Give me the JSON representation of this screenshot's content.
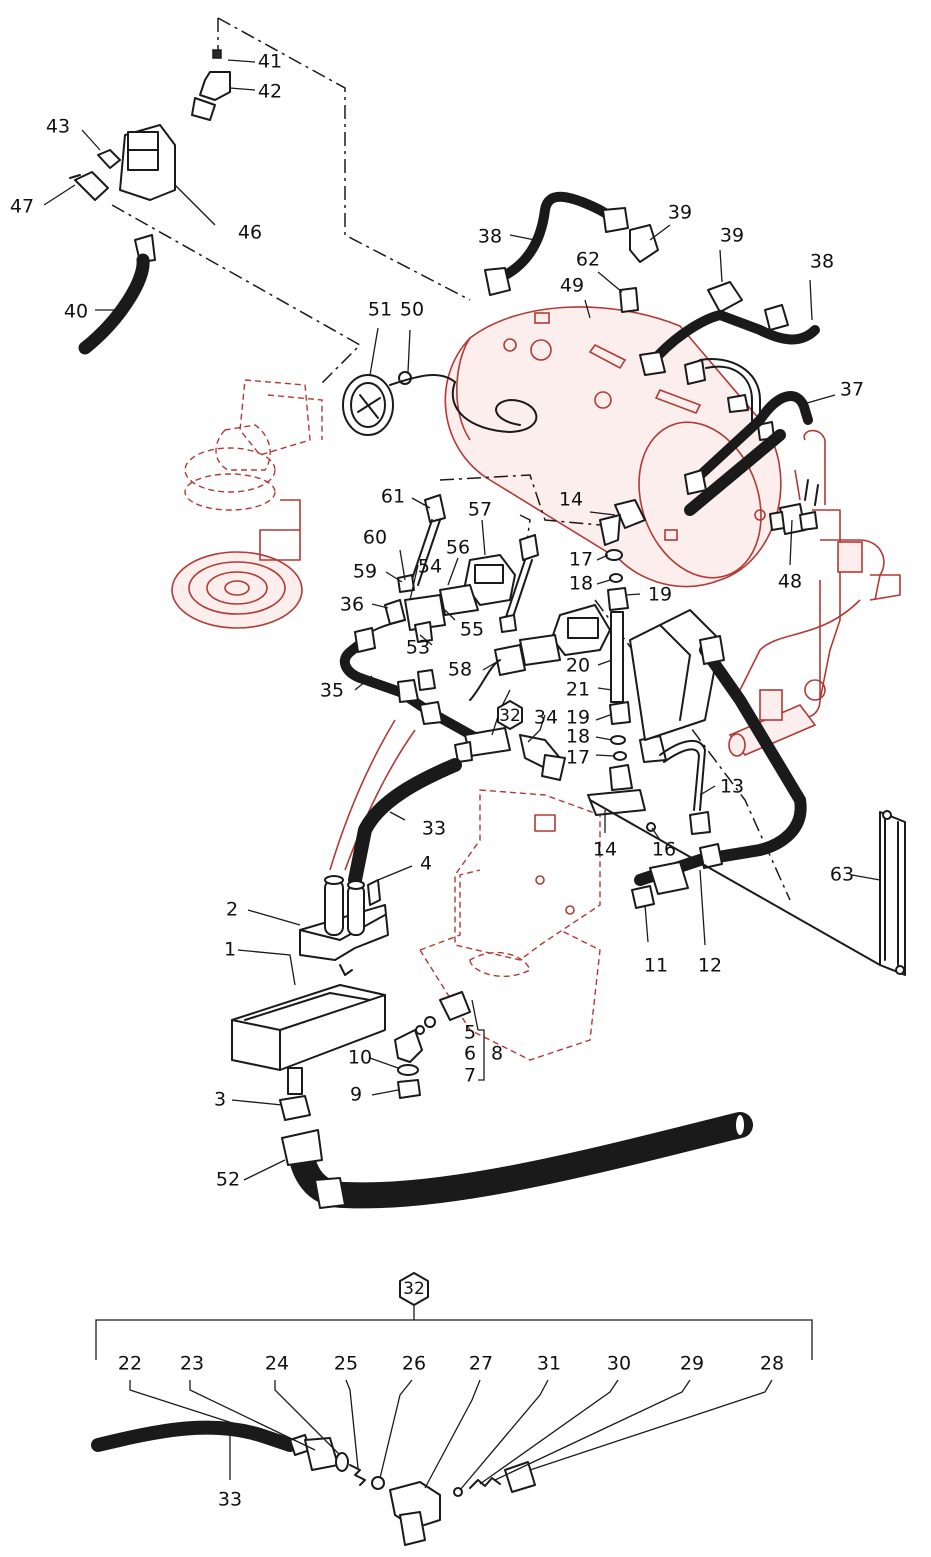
{
  "diagram": {
    "callouts": [
      {
        "id": "41",
        "label": "41"
      },
      {
        "id": "42",
        "label": "42"
      },
      {
        "id": "43",
        "label": "43"
      },
      {
        "id": "47",
        "label": "47"
      },
      {
        "id": "46",
        "label": "46"
      },
      {
        "id": "40",
        "label": "40"
      },
      {
        "id": "38a",
        "label": "38"
      },
      {
        "id": "39a",
        "label": "39"
      },
      {
        "id": "39b",
        "label": "39"
      },
      {
        "id": "38b",
        "label": "38"
      },
      {
        "id": "62",
        "label": "62"
      },
      {
        "id": "49",
        "label": "49"
      },
      {
        "id": "51",
        "label": "51"
      },
      {
        "id": "50",
        "label": "50"
      },
      {
        "id": "37",
        "label": "37"
      },
      {
        "id": "61",
        "label": "61"
      },
      {
        "id": "57",
        "label": "57"
      },
      {
        "id": "14a",
        "label": "14"
      },
      {
        "id": "60",
        "label": "60"
      },
      {
        "id": "56",
        "label": "56"
      },
      {
        "id": "17a",
        "label": "17"
      },
      {
        "id": "48",
        "label": "48"
      },
      {
        "id": "59",
        "label": "59"
      },
      {
        "id": "54",
        "label": "54"
      },
      {
        "id": "18a",
        "label": "18"
      },
      {
        "id": "19a",
        "label": "19"
      },
      {
        "id": "36",
        "label": "36"
      },
      {
        "id": "55",
        "label": "55"
      },
      {
        "id": "53",
        "label": "53"
      },
      {
        "id": "58",
        "label": "58"
      },
      {
        "id": "20",
        "label": "20"
      },
      {
        "id": "21",
        "label": "21"
      },
      {
        "id": "35",
        "label": "35"
      },
      {
        "id": "32a",
        "label": "32"
      },
      {
        "id": "34",
        "label": "34"
      },
      {
        "id": "19b",
        "label": "19"
      },
      {
        "id": "18b",
        "label": "18"
      },
      {
        "id": "17b",
        "label": "17"
      },
      {
        "id": "13",
        "label": "13"
      },
      {
        "id": "33a",
        "label": "33"
      },
      {
        "id": "14b",
        "label": "14"
      },
      {
        "id": "16",
        "label": "16"
      },
      {
        "id": "63",
        "label": "63"
      },
      {
        "id": "4",
        "label": "4"
      },
      {
        "id": "2",
        "label": "2"
      },
      {
        "id": "1",
        "label": "1"
      },
      {
        "id": "11",
        "label": "11"
      },
      {
        "id": "12",
        "label": "12"
      },
      {
        "id": "5",
        "label": "5"
      },
      {
        "id": "6",
        "label": "6"
      },
      {
        "id": "8",
        "label": "8"
      },
      {
        "id": "10",
        "label": "10"
      },
      {
        "id": "7",
        "label": "7"
      },
      {
        "id": "9",
        "label": "9"
      },
      {
        "id": "3",
        "label": "3"
      },
      {
        "id": "52",
        "label": "52"
      },
      {
        "id": "32b",
        "label": "32"
      },
      {
        "id": "22",
        "label": "22"
      },
      {
        "id": "23",
        "label": "23"
      },
      {
        "id": "24",
        "label": "24"
      },
      {
        "id": "25",
        "label": "25"
      },
      {
        "id": "26",
        "label": "26"
      },
      {
        "id": "27",
        "label": "27"
      },
      {
        "id": "31",
        "label": "31"
      },
      {
        "id": "30",
        "label": "30"
      },
      {
        "id": "29",
        "label": "29"
      },
      {
        "id": "28",
        "label": "28"
      },
      {
        "id": "33b",
        "label": "33"
      }
    ],
    "colors": {
      "ink": "#1a1a1a",
      "context_parts": "#b23a34",
      "background": "#ffffff"
    }
  }
}
